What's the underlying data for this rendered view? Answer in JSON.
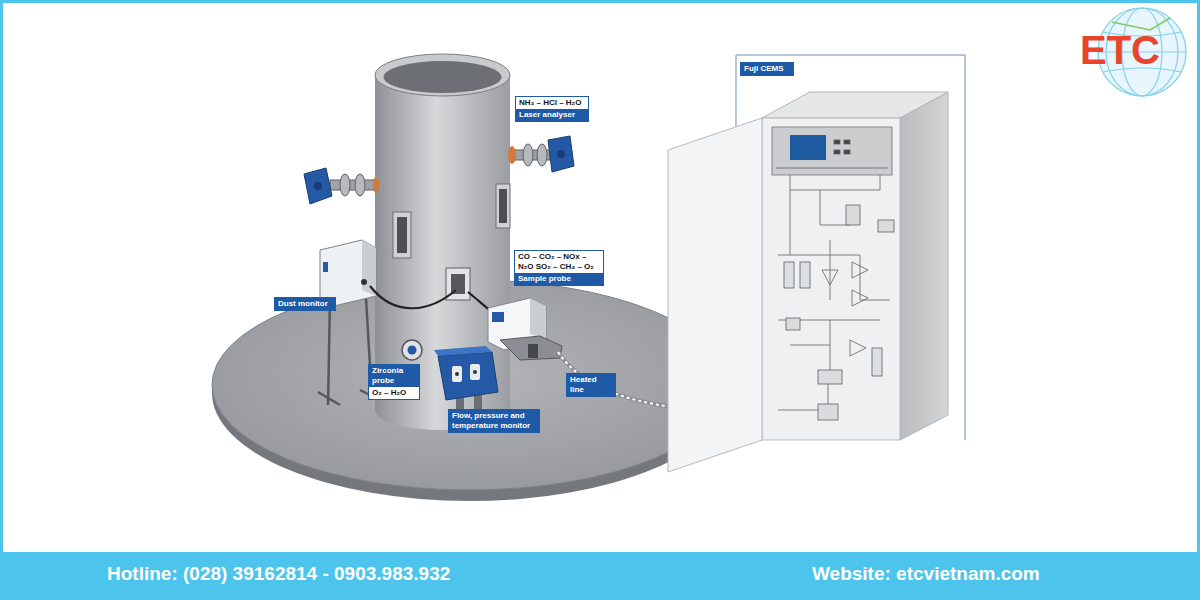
{
  "diagram": {
    "nodes": [
      {
        "text": [
          "NH₃ – HCl – H₂O",
          "Laser analyser"
        ]
      },
      {
        "text": [
          "CO – CO₂ – NOx – N₂O SO₂ – CH₄ – O₂",
          "Sample probe"
        ]
      },
      {
        "text": [
          "Dust monitor"
        ]
      },
      {
        "text": [
          "Zirconia probe",
          "O₂ – H₂O"
        ]
      },
      {
        "text": [
          "Flow, pressure and temperature monitor"
        ]
      },
      {
        "text": [
          "Heated line"
        ]
      },
      {
        "text": [
          "Fuji CEMS"
        ]
      }
    ],
    "labels": [
      "ETC",
      "Hotline: (028) 39162814 - 0903.983.932",
      "Website: etcvietnam.com"
    ]
  }
}
